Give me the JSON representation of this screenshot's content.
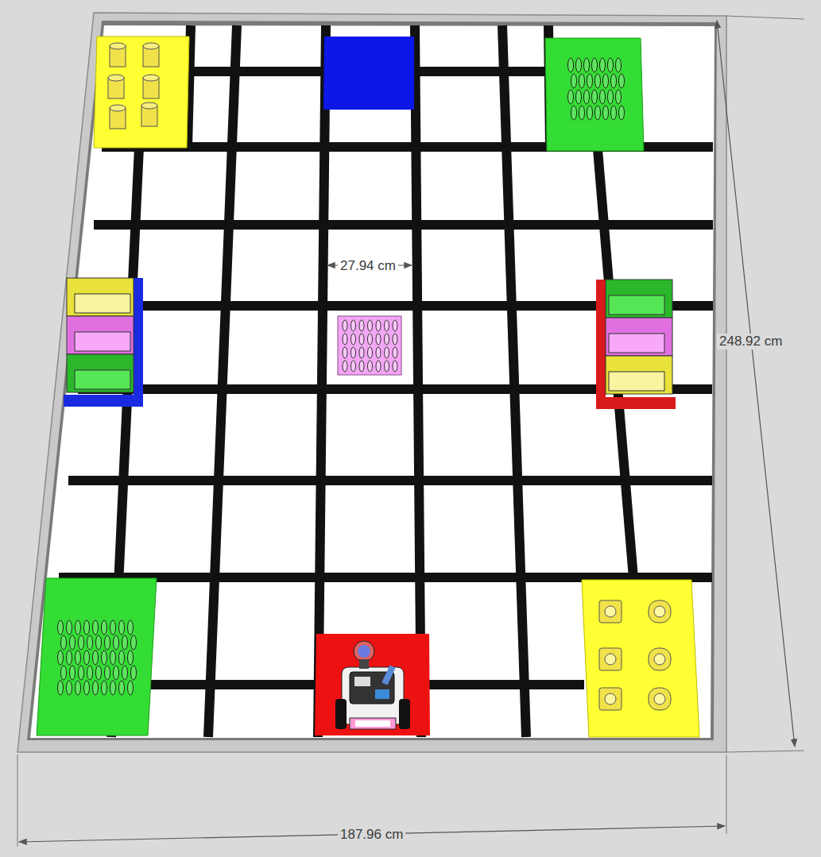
{
  "diagram": {
    "labels": [
      "27.94 cm",
      "248.92 cm",
      "187.96 cm"
    ]
  }
}
